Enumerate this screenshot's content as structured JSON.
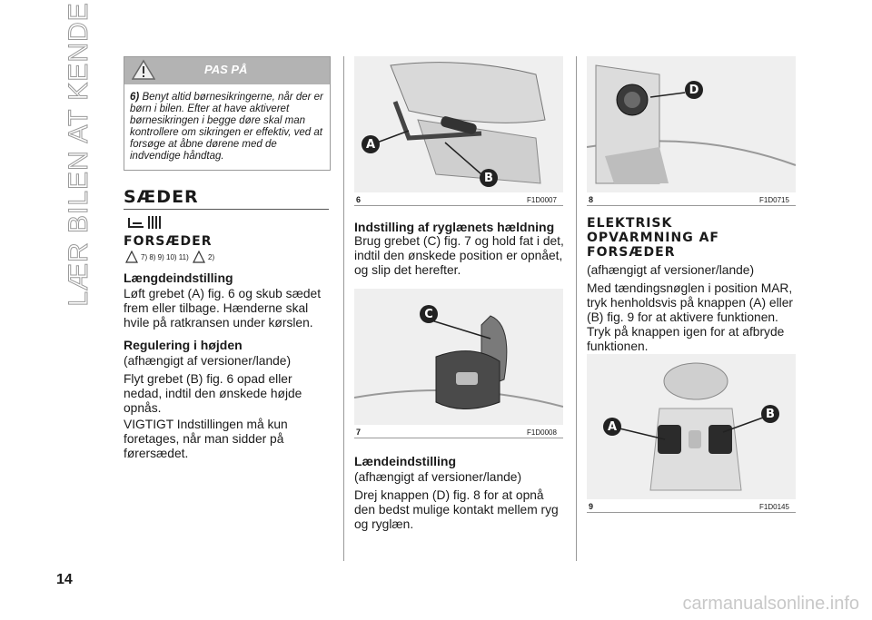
{
  "side_title": "LÆR BILEN AT KENDE",
  "warning": {
    "title": "PAS PÅ",
    "ref": "6)",
    "text": "Benyt altid børnesikringerne, når der er børn i bilen. Efter at have aktiveret børnesikringen i begge døre skal man kontrollere om sikringen er effektiv, ved at forsøge at åbne dørene med de indvendige håndtag."
  },
  "col1": {
    "h_saeder": "SÆDER",
    "h_forsaeder": "FORSÆDER",
    "refs": "7)  8)  9)  10)  11)",
    "ref2": "2)",
    "s1_title": "Længdeindstilling",
    "s1_text": "Løft grebet (A) fig. 6 og skub sædet frem eller tilbage. Hænderne skal hvile på ratkransen under kørslen.",
    "s2_title": "Regulering i højden",
    "s2_text1": "(afhængigt af versioner/lande)",
    "s2_text2": "Flyt grebet (B) fig. 6 opad eller nedad, indtil den ønskede højde opnås.",
    "s3_text": "VIGTIGT Indstillingen må kun foretages, når man sidder på førersædet."
  },
  "col2": {
    "fig6_num": "6",
    "fig6_code": "F1D0007",
    "s1_title": "Indstilling af ryglænets hældning",
    "s1_text": "Brug grebet (C) fig. 7 og hold fat i det, indtil den ønskede position er opnået, og slip det herefter.",
    "fig7_num": "7",
    "fig7_code": "F1D0008",
    "s2_title": "Lændeindstilling",
    "s2_text1": "(afhængigt af versioner/lande)",
    "s2_text2": "Drej knappen (D) fig. 8 for at opnå den bedst mulige kontakt mellem ryg og ryglæn."
  },
  "col3": {
    "fig8_num": "8",
    "fig8_code": "F1D0715",
    "h1": "ELEKTRISK OPVARMNING AF FORSÆDER",
    "text1": "(afhængigt af versioner/lande)",
    "text2": "Med tændingsnøglen i position MAR, tryk henholdsvis på knappen (A) eller (B) fig. 9 for at aktivere funktionen. Tryk på knappen igen for at afbryde funktionen.",
    "fig9_num": "9",
    "fig9_code": "F1D0145"
  },
  "labels": {
    "A": "A",
    "B": "B",
    "C": "C",
    "D": "D"
  },
  "page_number": "14",
  "watermark": "carmanualsonline.info"
}
